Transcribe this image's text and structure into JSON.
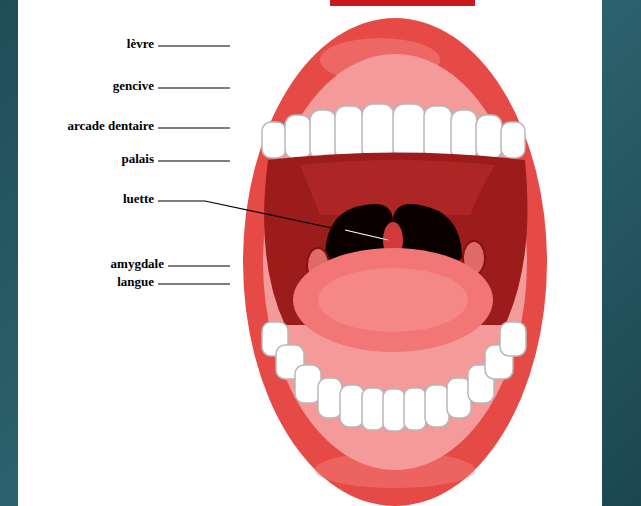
{
  "diagram": {
    "labels": [
      "lèvre",
      "gencive",
      "arcade dentaire",
      "palais",
      "luette",
      "amygdale",
      "langue"
    ]
  }
}
